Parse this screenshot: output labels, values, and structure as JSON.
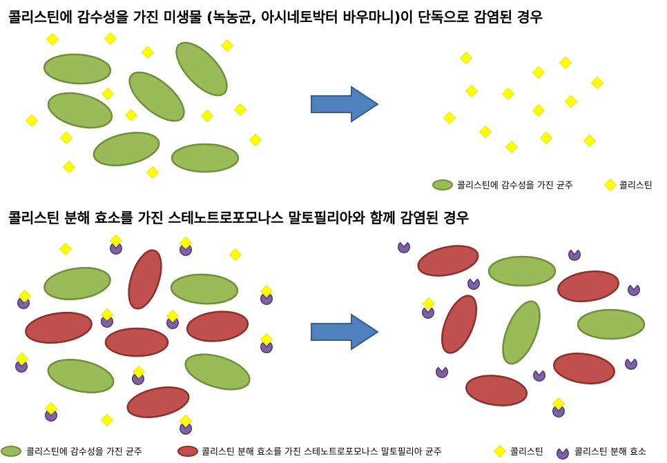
{
  "scenario1": {
    "title": "콜리스틴에 감수성을 가진 미생물 (녹농균, 아시네토박터 바우마니)이 단독으로 감염된 경우",
    "legend": {
      "susceptible_bacteria": "콜리스틴에 감수성을 가진 균주",
      "colistin": "콜리스틴"
    }
  },
  "scenario2": {
    "title": "콜리스틴 분해 효소를 가진 스테노트로포모나스 말토필리아와 함께 감염된 경우",
    "legend": {
      "susceptible_bacteria": "콜리스틴에 감수성을 가진 균주",
      "stenotrophomonas": "콜리스틴 분해 효소를 가진 스테노트로포모나스 말토필리아 균주",
      "colistin": "콜리스틴",
      "enzyme": "콜리스틴 분해 효소"
    }
  },
  "colors": {
    "green_fill": "#9bbb59",
    "green_stroke": "#6f8f3a",
    "red_fill": "#c0504d",
    "red_stroke": "#8c2f2c",
    "colistin_fill": "#ffff00",
    "colistin_stroke": "#e6e600",
    "enzyme_fill": "#7e62a6",
    "enzyme_stroke": "#4e3b75",
    "arrow_fill": "#4f81bd",
    "arrow_stroke": "#385d8a"
  },
  "icons": [
    "colistin-diamond-icon",
    "enzyme-pacman-icon",
    "arrow-right-icon",
    "bacterium-ellipse-icon"
  ]
}
